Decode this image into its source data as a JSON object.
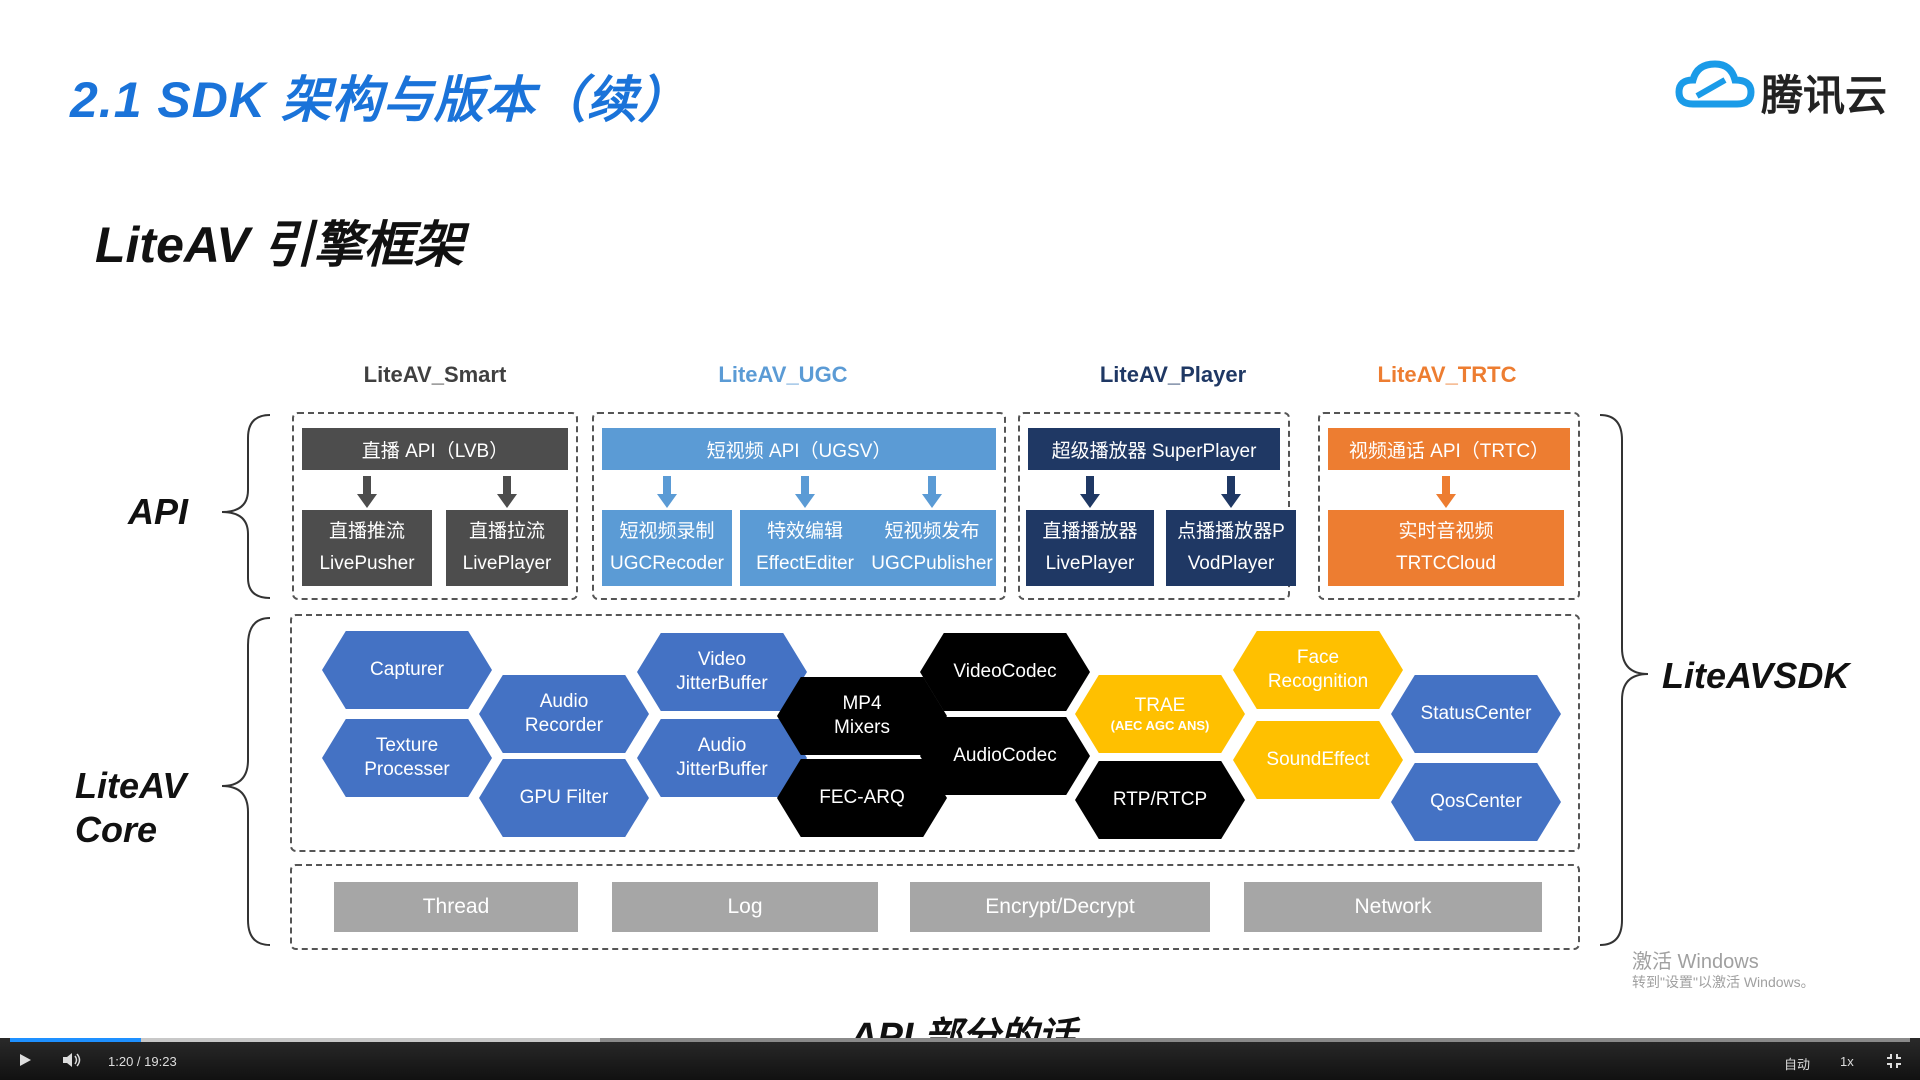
{
  "slide": {
    "title": "2.1 SDK 架构与版本（续）",
    "subtitle": "LiteAV 引擎框架",
    "logo_text": "腾讯云"
  },
  "side_labels": {
    "api": "API",
    "core_line1": "LiteAV",
    "core_line2": "Core",
    "sdk": "LiteAVSDK"
  },
  "columns": [
    {
      "title": "LiteAV_Smart",
      "title_color": "#404040",
      "bar": "直播 API（LVB）",
      "bar_color": "#4d4d4d",
      "cards": [
        {
          "line1": "直播推流",
          "line2": "LivePusher"
        },
        {
          "line1": "直播拉流",
          "line2": "LivePlayer"
        }
      ]
    },
    {
      "title": "LiteAV_UGC",
      "title_color": "#5b9bd5",
      "bar": "短视频 API（UGSV）",
      "bar_color": "#5b9bd5",
      "cards": [
        {
          "line1": "短视频录制",
          "line2": "UGCRecoder"
        },
        {
          "line1": "特效编辑",
          "line2": "EffectEditer"
        },
        {
          "line1": "短视频发布",
          "line2": "UGCPublisher"
        }
      ]
    },
    {
      "title": "LiteAV_Player",
      "title_color": "#1f3864",
      "bar": "超级播放器 SuperPlayer",
      "bar_color": "#1f3864",
      "cards": [
        {
          "line1": "直播播放器",
          "line2": "LivePlayer"
        },
        {
          "line1": "点播播放器P",
          "line2": "VodPlayer"
        }
      ]
    },
    {
      "title": "LiteAV_TRTC",
      "title_color": "#ed7d31",
      "bar": "视频通话 API（TRTC）",
      "bar_color": "#ed7d31",
      "cards": [
        {
          "line1": "实时音视频",
          "line2": "TRTCCloud"
        }
      ]
    }
  ],
  "core_modules": [
    {
      "line1": "Capturer",
      "line2": "",
      "color": "#4472c4"
    },
    {
      "line1": "Texture",
      "line2": "Processer",
      "color": "#4472c4"
    },
    {
      "line1": "Audio",
      "line2": "Recorder",
      "color": "#4472c4"
    },
    {
      "line1": "GPU Filter",
      "line2": "",
      "color": "#4472c4"
    },
    {
      "line1": "Video",
      "line2": "JitterBuffer",
      "color": "#4472c4"
    },
    {
      "line1": "Audio",
      "line2": "JitterBuffer",
      "color": "#4472c4"
    },
    {
      "line1": "MP4",
      "line2": "Mixers",
      "color": "#000000"
    },
    {
      "line1": "FEC-ARQ",
      "line2": "",
      "color": "#000000"
    },
    {
      "line1": "VideoCodec",
      "line2": "",
      "color": "#000000"
    },
    {
      "line1": "AudioCodec",
      "line2": "",
      "color": "#000000"
    },
    {
      "line1": "TRAE",
      "line2": "(AEC AGC ANS)",
      "color": "#ffc000"
    },
    {
      "line1": "RTP/RTCP",
      "line2": "",
      "color": "#000000"
    },
    {
      "line1": "Face",
      "line2": "Recognition",
      "color": "#ffc000"
    },
    {
      "line1": "SoundEffect",
      "line2": "",
      "color": "#ffc000"
    },
    {
      "line1": "StatusCenter",
      "line2": "",
      "color": "#4472c4"
    },
    {
      "line1": "QosCenter",
      "line2": "",
      "color": "#4472c4"
    }
  ],
  "base_modules": [
    "Thread",
    "Log",
    "Encrypt/Decrypt",
    "Network"
  ],
  "watermark": {
    "line1": "激活 Windows",
    "line2": "转到\"设置\"以激活 Windows。"
  },
  "caption": "API 部分的话",
  "player": {
    "time": "1:20 / 19:23",
    "auto_label": "自动",
    "speed": "1x",
    "progress": 0.069
  }
}
